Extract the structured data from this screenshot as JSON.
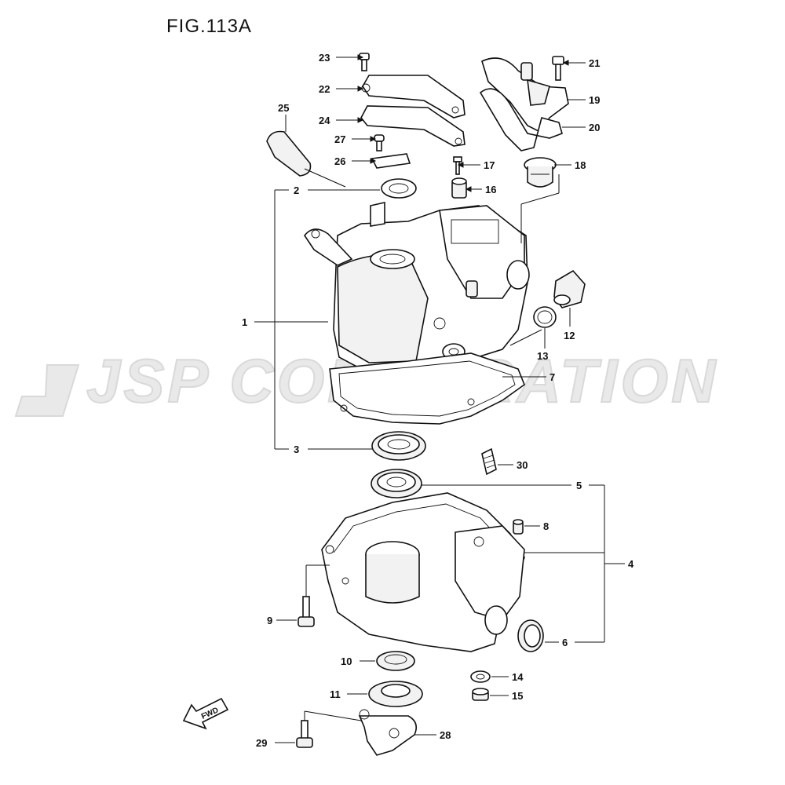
{
  "figure_title": "FIG.113A",
  "watermark": "JSP CORPORATION",
  "fwd_label": "FWD",
  "callouts": {
    "c1": "1",
    "c2": "2",
    "c3": "3",
    "c4": "4",
    "c5": "5",
    "c6": "6",
    "c7": "7",
    "c8": "8",
    "c9": "9",
    "c10": "10",
    "c11": "11",
    "c12": "12",
    "c13": "13",
    "c14": "14",
    "c15": "15",
    "c16": "16",
    "c17": "17",
    "c18": "18",
    "c19": "19",
    "c20": "20",
    "c21": "21",
    "c22": "22",
    "c23": "23",
    "c24": "24",
    "c25": "25",
    "c26": "26",
    "c27": "27",
    "c28": "28",
    "c29": "29",
    "c30": "30"
  }
}
